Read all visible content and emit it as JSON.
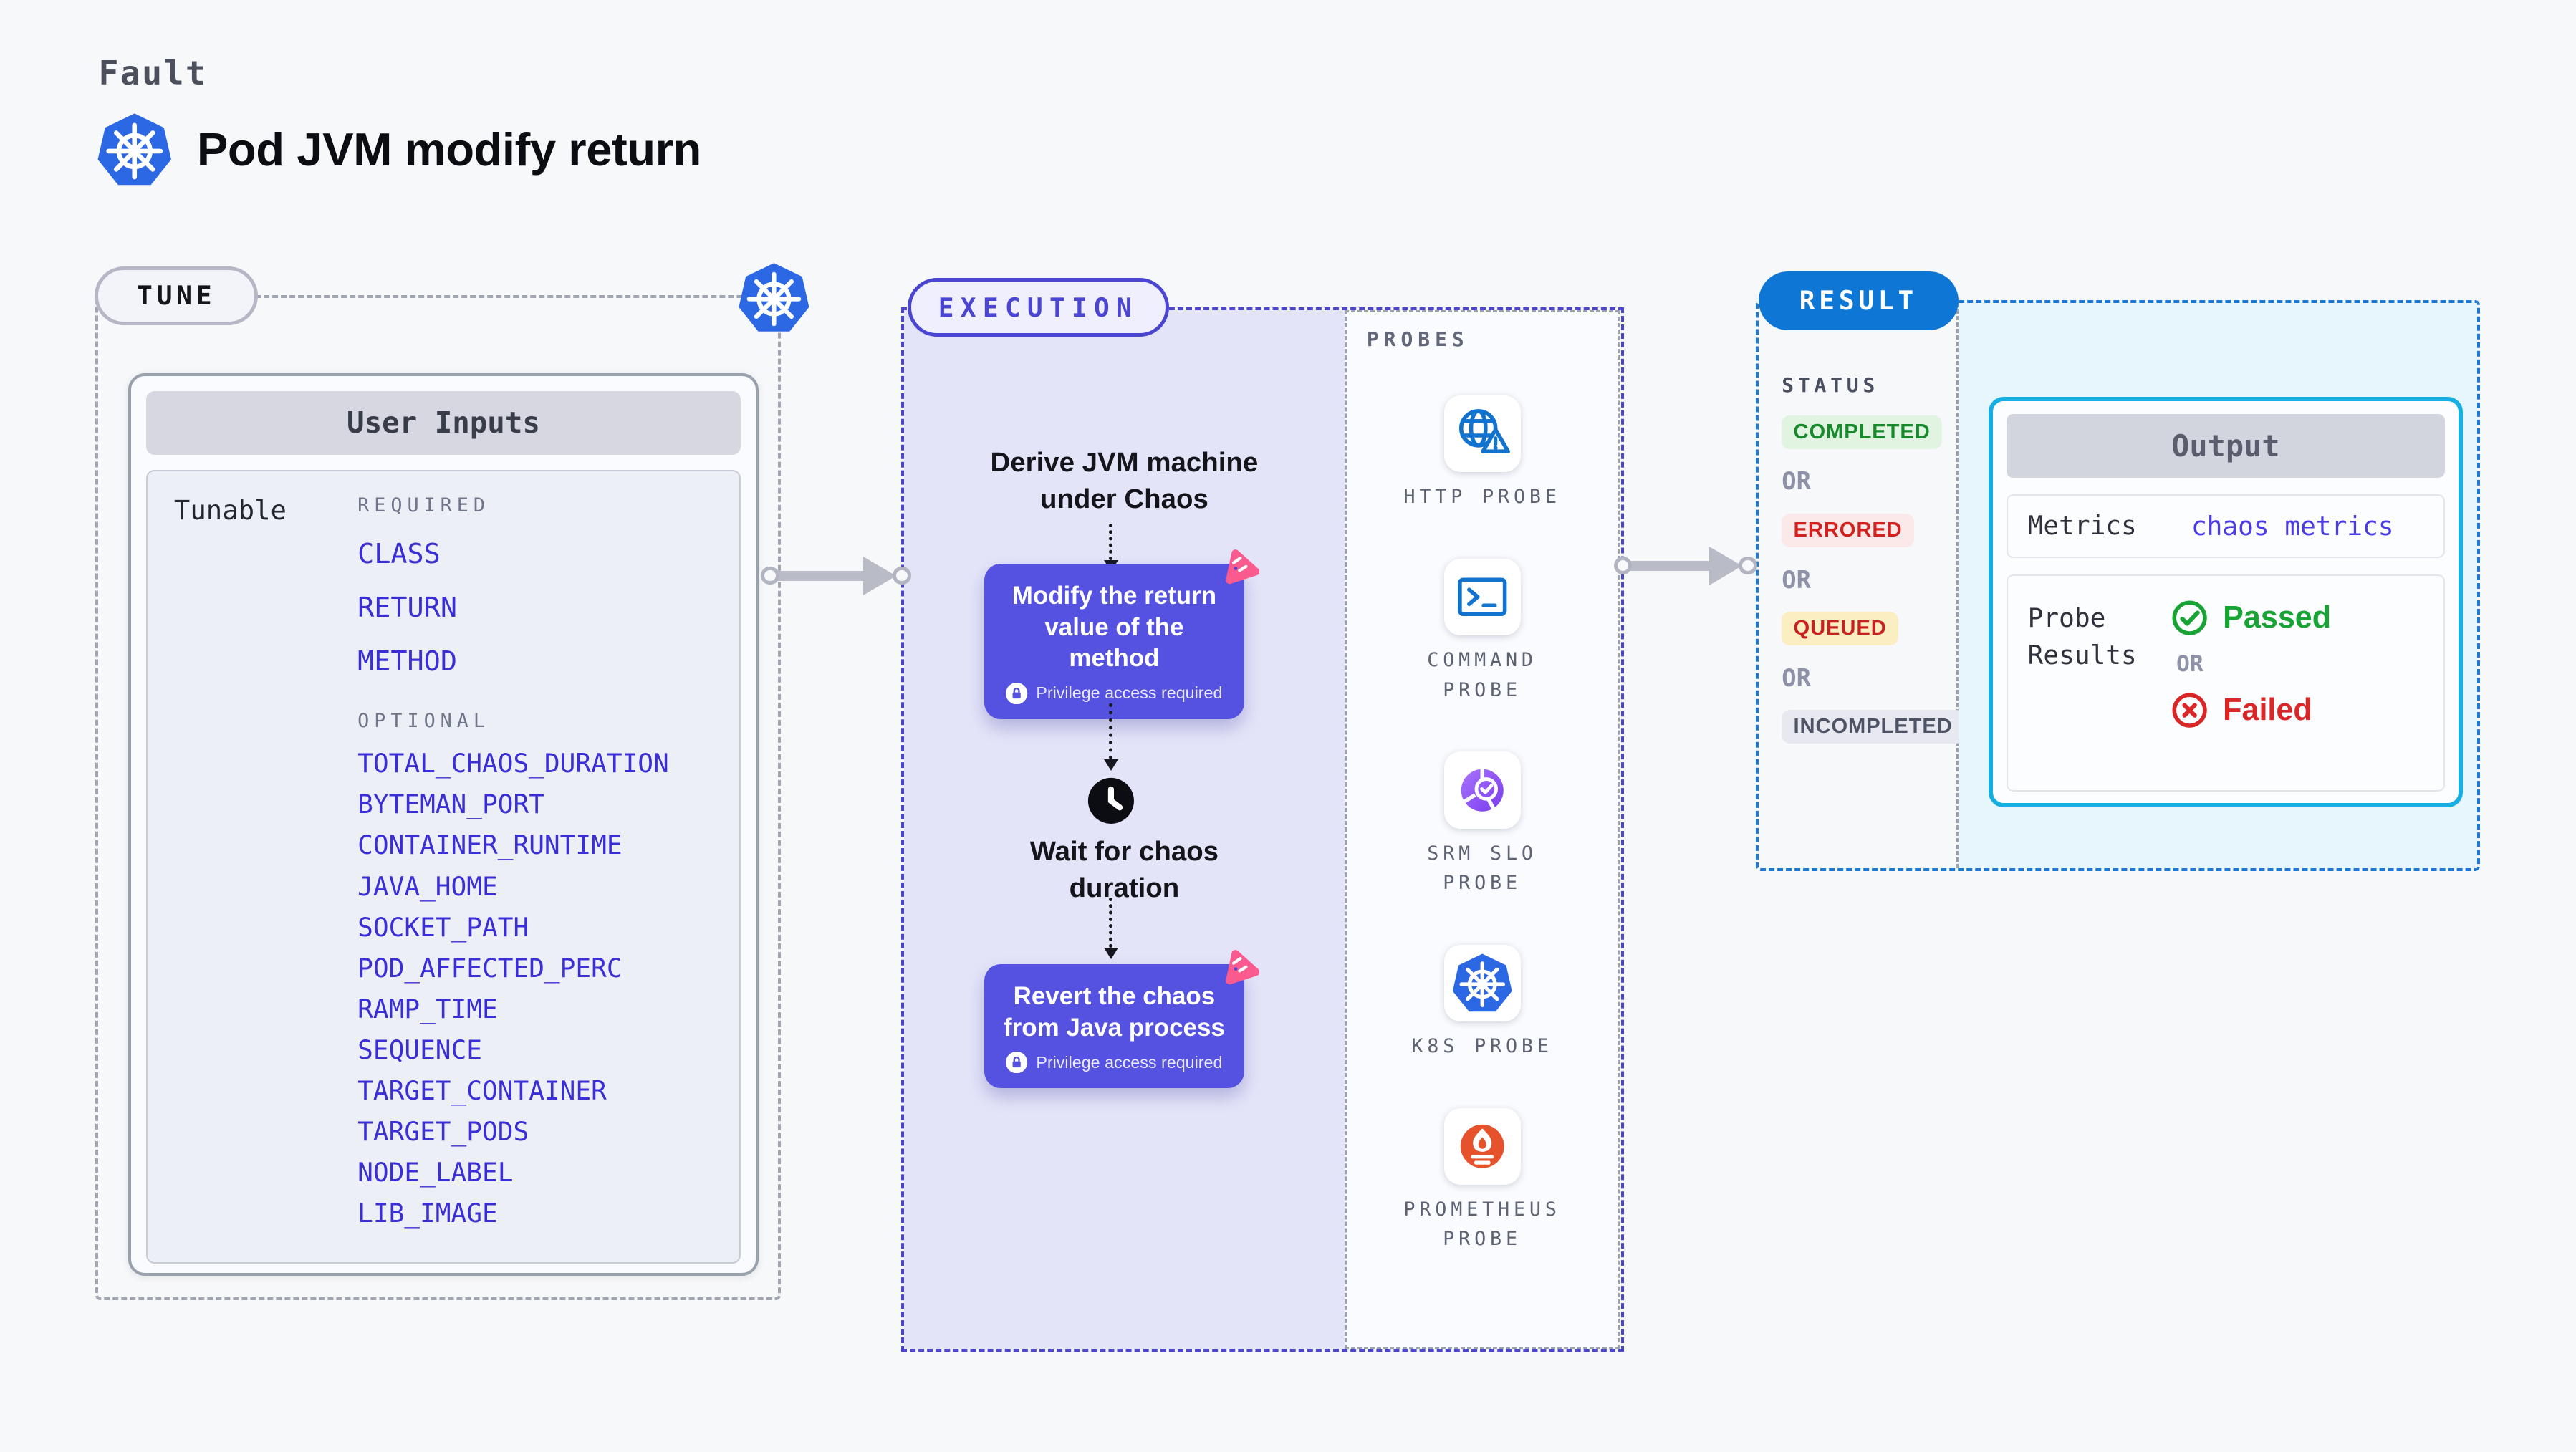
{
  "header": {
    "eyebrow": "Fault",
    "title": "Pod JVM modify return"
  },
  "tune": {
    "pill": "TUNE",
    "user_inputs": {
      "header": "User Inputs",
      "row_label": "Tunable",
      "required_label": "REQUIRED",
      "required": [
        "CLASS",
        "RETURN",
        "METHOD"
      ],
      "optional_label": "OPTIONAL",
      "optional": [
        "TOTAL_CHAOS_DURATION",
        "BYTEMAN_PORT",
        "CONTAINER_RUNTIME",
        "JAVA_HOME",
        "SOCKET_PATH",
        "POD_AFFECTED_PERC",
        "RAMP_TIME",
        "SEQUENCE",
        "TARGET_CONTAINER",
        "TARGET_PODS",
        "NODE_LABEL",
        "LIB_IMAGE"
      ]
    }
  },
  "execution": {
    "pill": "EXECUTION",
    "derive_step": "Derive JVM machine\nunder Chaos",
    "inject_step": "Modify the return\nvalue of the method",
    "wait_step": "Wait for chaos\nduration",
    "revert_step": "Revert the chaos\nfrom Java process",
    "privilege_note": "Privilege access required"
  },
  "probes": {
    "label": "PROBES",
    "items": [
      {
        "icon": "http-probe-icon",
        "label": "HTTP PROBE"
      },
      {
        "icon": "command-probe-icon",
        "label": "COMMAND PROBE"
      },
      {
        "icon": "srm-slo-probe-icon",
        "label": "SRM SLO PROBE"
      },
      {
        "icon": "k8s-probe-icon",
        "label": "K8S PROBE"
      },
      {
        "icon": "prometheus-probe-icon",
        "label": "PROMETHEUS PROBE"
      }
    ]
  },
  "result": {
    "pill": "RESULT",
    "status_label": "STATUS",
    "or": "OR",
    "badges": [
      {
        "text": "COMPLETED",
        "kind": "success"
      },
      {
        "text": "ERRORED",
        "kind": "error"
      },
      {
        "text": "QUEUED",
        "kind": "warning"
      },
      {
        "text": "INCOMPLETED",
        "kind": "neutral"
      }
    ],
    "output": {
      "header": "Output",
      "metrics_label": "Metrics",
      "metrics_value": "chaos metrics",
      "probe_results_label": "Probe\nResults",
      "passed": "Passed",
      "or": "OR",
      "failed": "Failed"
    }
  },
  "colors": {
    "page_bg": "#f7f8fa",
    "execution_accent": "#4b46d2",
    "execution_bg": "#e4e4f9",
    "node_purple": "#5551e1",
    "chaos_pink": "#fb5a8e",
    "result_blue": "#0e76d4",
    "result_bg": "#e7f5fd",
    "output_border": "#17aee4",
    "probe_icon_blue": "#1273cf",
    "prometheus_orange": "#e6522c",
    "k8s_blue": "#2d68e4",
    "param_link_blue": "#3a2ed6",
    "success_green": "#18a335",
    "fail_red": "#da2626",
    "queued_bg": "#faeec2",
    "neutral_gray": "#4e5366"
  }
}
